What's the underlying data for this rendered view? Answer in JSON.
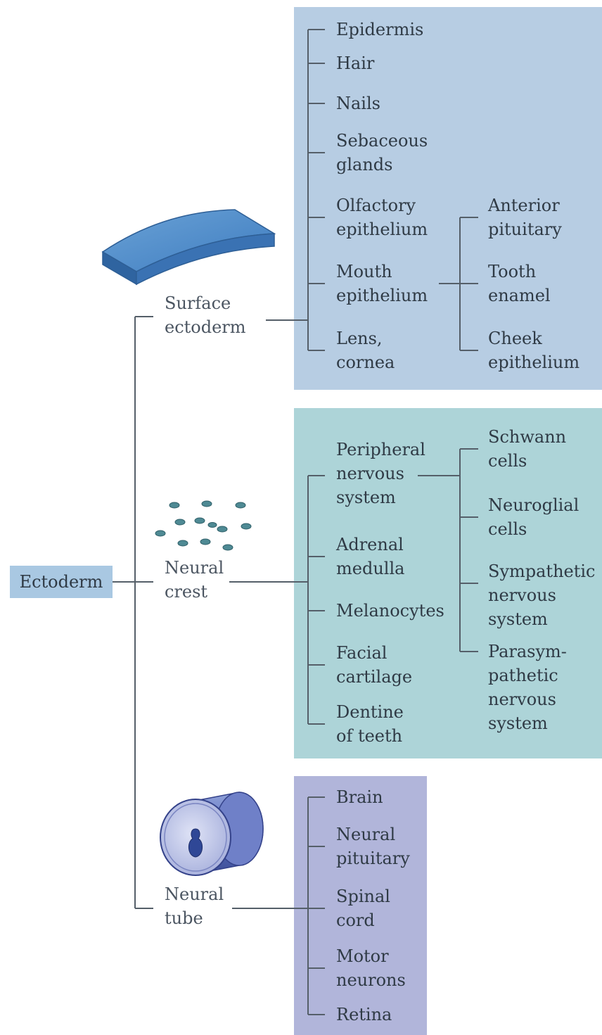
{
  "root": "Ectoderm",
  "colors": {
    "surface_panel": "#b7cde3",
    "crest_panel": "#add4d8",
    "tube_panel": "#b1b5da",
    "root_box": "#a9c8e2",
    "connector": "#555f69"
  },
  "branches": {
    "surface": {
      "label": "Surface\nectoderm",
      "icon": "curved-sheet-icon",
      "items": [
        "Epidermis",
        "Hair",
        "Nails",
        "Sebaceous\nglands",
        "Olfactory\nepithelium",
        "Mouth\nepithelium",
        "Lens,\ncornea"
      ],
      "mouth_derivatives": [
        "Anterior\npituitary",
        "Tooth\nenamel",
        "Cheek\nepithelium"
      ]
    },
    "crest": {
      "label": "Neural\ncrest",
      "icon": "scattered-cells-icon",
      "items": [
        "Peripheral\nnervous\nsystem",
        "Adrenal\nmedulla",
        "Melanocytes",
        "Facial\ncartilage",
        "Dentine\nof teeth"
      ],
      "pns_derivatives": [
        "Schwann\ncells",
        "Neuroglial\ncells",
        "Sympathetic\nnervous\nsystem",
        "Parasym-\npathetic\nnervous\nsystem"
      ]
    },
    "tube": {
      "label": "Neural\ntube",
      "icon": "tube-cylinder-icon",
      "items": [
        "Brain",
        "Neural\npituitary",
        "Spinal\ncord",
        "Motor\nneurons",
        "Retina"
      ]
    }
  }
}
